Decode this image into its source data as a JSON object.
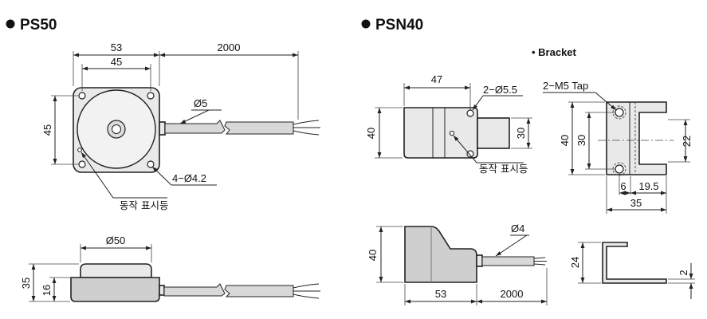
{
  "titles": {
    "ps50": "PS50",
    "psn40": "PSN40",
    "bracket": "• Bracket"
  },
  "ps50_top": {
    "w53": "53",
    "w45": "45",
    "cable_len": "2000",
    "h45": "45",
    "dia5": "Ø5",
    "holes": "4−Ø4.2",
    "led": "동작 표시등"
  },
  "ps50_side": {
    "dia50": "Ø50",
    "h35": "35",
    "h16": "16"
  },
  "psn40_top": {
    "w47": "47",
    "holes": "2−Ø5.5",
    "h40": "40",
    "h30": "30",
    "led": "동작 표시등"
  },
  "psn40_side": {
    "h40": "40",
    "dia4": "Ø4",
    "w53": "53",
    "cable_len": "2000"
  },
  "bracket_top": {
    "tap": "2−M5 Tap",
    "h40": "40",
    "h30": "30",
    "h22": "22",
    "d6": "6",
    "d19_5": "19.5",
    "w35": "35"
  },
  "bracket_side": {
    "h24": "24",
    "t2": "2"
  }
}
